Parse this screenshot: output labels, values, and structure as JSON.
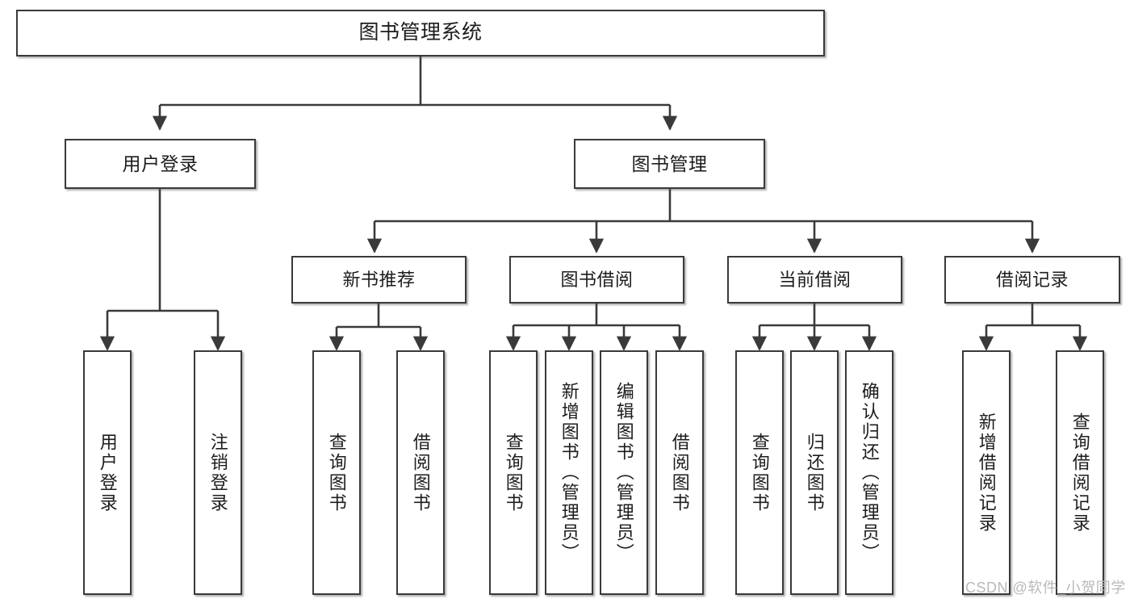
{
  "diagram": {
    "type": "tree-hierarchy-chart",
    "title": "图书管理系统",
    "watermark": "CSDN @软件_小贺同学",
    "colors": {
      "box_border": "#3a3a3a",
      "box_fill": "#ffffff",
      "edge": "#3a3a3a",
      "text": "#1d1d1d",
      "watermark": "#b9b9b9"
    },
    "nodes": {
      "root": {
        "label": "图书管理系统"
      },
      "level1": [
        {
          "label": "用户登录"
        },
        {
          "label": "图书管理"
        }
      ],
      "level2": [
        {
          "label": "新书推荐"
        },
        {
          "label": "图书借阅"
        },
        {
          "label": "当前借阅"
        },
        {
          "label": "借阅记录"
        }
      ],
      "leaves": {
        "user_login": [
          {
            "label": "用户登录"
          },
          {
            "label": "注销登录"
          }
        ],
        "new_book_recommend": [
          {
            "label": "查询图书"
          },
          {
            "label": "借阅图书"
          }
        ],
        "book_borrow": [
          {
            "label": "查询图书"
          },
          {
            "label": "新增图书（管理员）"
          },
          {
            "label": "编辑图书（管理员）"
          },
          {
            "label": "借阅图书"
          }
        ],
        "current_borrow": [
          {
            "label": "查询图书"
          },
          {
            "label": "归还图书"
          },
          {
            "label": "确认归还（管理员）"
          }
        ],
        "borrow_record": [
          {
            "label": "新增借阅记录"
          },
          {
            "label": "查询借阅记录"
          }
        ]
      }
    }
  }
}
